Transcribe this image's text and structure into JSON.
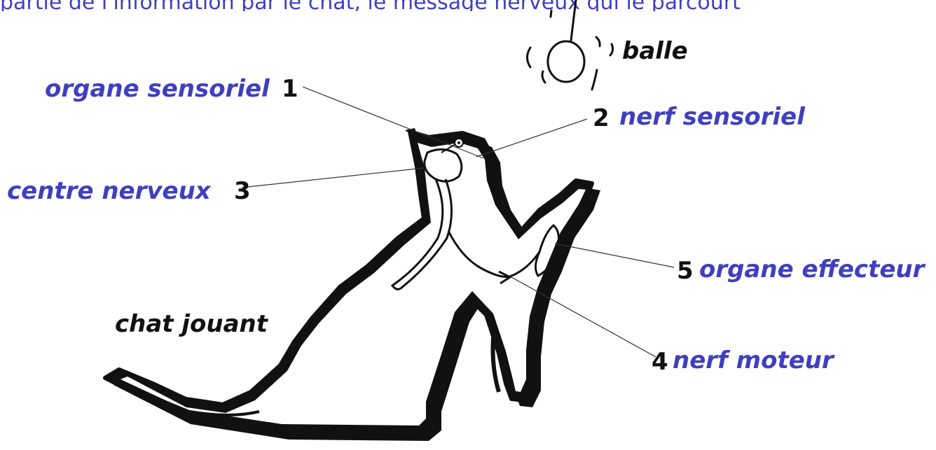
{
  "caption_top": "partie de l'information par le chat, le message nerveux qui le parcourt",
  "labels": {
    "balle": "balle",
    "organe_sensoriel": "organe sensoriel",
    "num_1": "1",
    "num_2": "2",
    "nerf_sensoriel": "nerf sensoriel",
    "centre_nerveux": "centre nerveux",
    "num_3": "3",
    "num_5": "5",
    "organe_effecteur": "organe effecteur",
    "num_4": "4",
    "nerf_moteur": "nerf moteur",
    "chat_jouant": "chat jouant"
  },
  "colors": {
    "label_blue": "#3f3fbf",
    "ink": "#111111",
    "background": "#ffffff"
  },
  "icons": [
    "cat-silhouette",
    "ball-icon"
  ]
}
